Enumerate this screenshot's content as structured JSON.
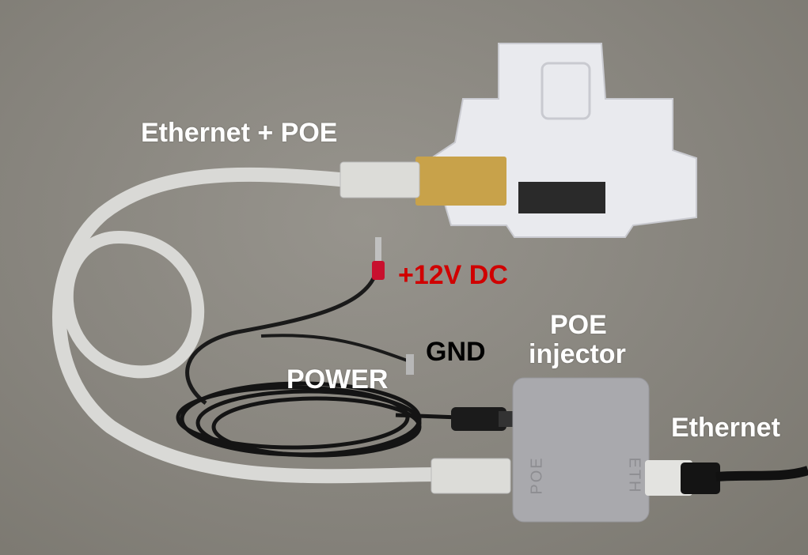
{
  "labels": {
    "ethernet_poe": "Ethernet + POE",
    "plus12v": "+12V DC",
    "gnd": "GND",
    "power": "POWER",
    "poe_injector_line1": "POE",
    "poe_injector_line2": "injector",
    "ethernet": "Ethernet"
  },
  "device_markings": {
    "poe_port": "POE",
    "eth_port": "ETH"
  },
  "colors": {
    "background": "#8a8780",
    "label_white": "#ffffff",
    "label_red": "#d00000",
    "label_black": "#000000",
    "device_white": "#e9eaee",
    "injector_gray": "#a9a9ad"
  }
}
